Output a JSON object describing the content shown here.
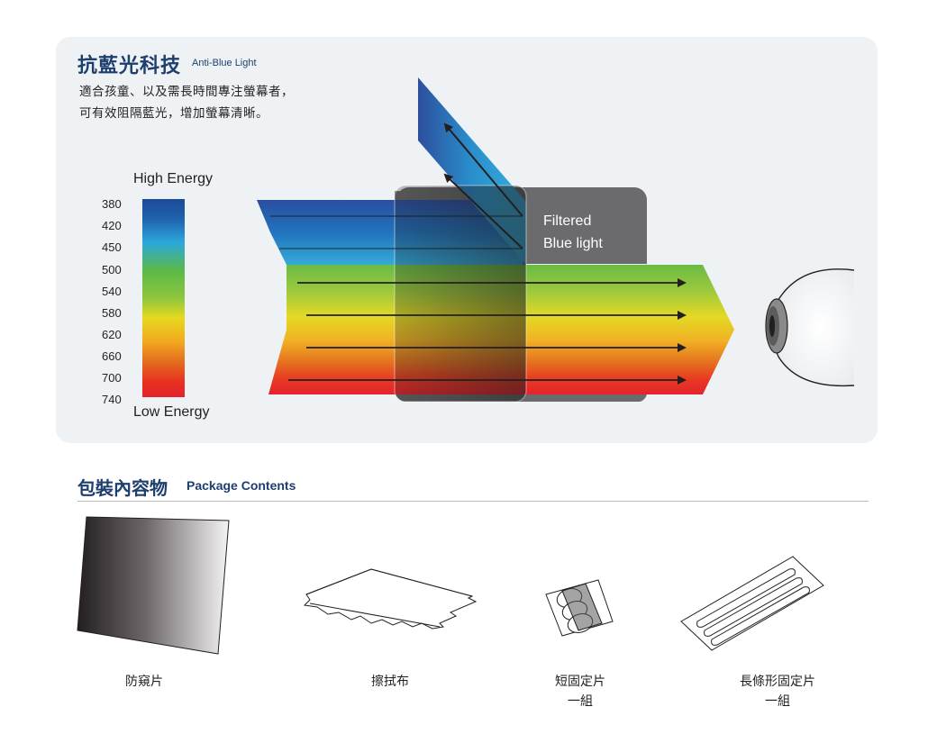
{
  "header": {
    "title": "抗藍光科技",
    "title_en": "Anti-Blue Light",
    "desc_line1": "適合孩童、以及需長時間專注螢幕者，",
    "desc_line2": "可有效阻隔藍光，增加螢幕清晰。"
  },
  "spectrum": {
    "high_label": "High Energy",
    "low_label": "Low Energy",
    "wavelengths": [
      "380",
      "420",
      "450",
      "500",
      "540",
      "580",
      "620",
      "660",
      "700",
      "740"
    ],
    "colors": [
      "#1c4f9c",
      "#1e6bb6",
      "#2ba3d6",
      "#58b947",
      "#8cc63f",
      "#e6d620",
      "#f0b322",
      "#e3751f",
      "#e8361f",
      "#e4242c"
    ]
  },
  "filter": {
    "label_line1": "Filtered",
    "label_line2": "Blue light"
  },
  "package": {
    "title": "包裝內容物",
    "title_en": "Package Contents",
    "items": [
      {
        "name": "防窺片",
        "sub": ""
      },
      {
        "name": "擦拭布",
        "sub": ""
      },
      {
        "name": "短固定片",
        "sub": "一組"
      },
      {
        "name": "長條形固定片",
        "sub": "一組"
      }
    ]
  }
}
